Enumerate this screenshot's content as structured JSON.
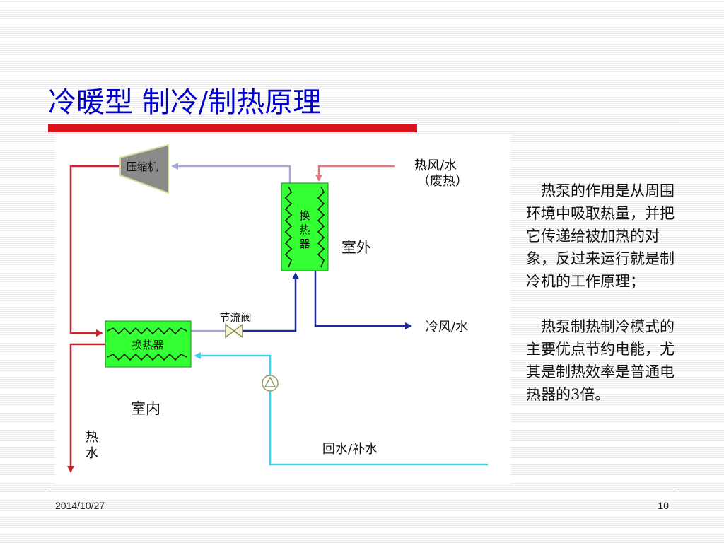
{
  "title": "冷暖型 制冷/制热原理",
  "diagram": {
    "compressor_label": "压缩机",
    "outdoor_exchanger_chars": [
      "换",
      "热",
      "器"
    ],
    "outdoor_label": "室外",
    "indoor_exchanger_label": "换热器",
    "indoor_label": "室内",
    "throttle_valve_label": "节流阀",
    "hot_air_in_label": "热风/水",
    "waste_heat_label": "（废热）",
    "cold_air_out_label": "冷风/水",
    "hot_water_chars": [
      "热",
      "水"
    ],
    "return_water_label": "回水/补水",
    "colors": {
      "refrigerant_hot": "#c8232c",
      "refrigerant_cold": "#1f2a9e",
      "suction_line": "#a4a9d8",
      "hot_air_in": "#e27a7a",
      "return_water": "#3fd0ea",
      "exchanger_fill": "#33ff33",
      "compressor_fill": "#8a8a8a"
    }
  },
  "description": {
    "paragraph1": "热泵的作用是从周围环境中吸取热量，并把它传递给被加热的对象，反过来运行就是制冷机的工作原理；",
    "paragraph2": "热泵制热制冷模式的主要优点节约电能，尤其是制热效率是普通电热器的3倍。"
  },
  "footer": {
    "date": "2014/10/27",
    "page_number": "10"
  }
}
